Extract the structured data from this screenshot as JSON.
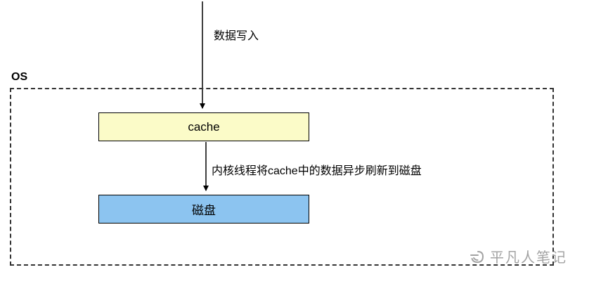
{
  "diagram": {
    "top_arrow_label": "数据写入",
    "os_label": "OS",
    "cache_box": {
      "label": "cache",
      "fill": "#FBFBC8"
    },
    "flush_arrow_label": "内核线程将cache中的数据异步刷新到磁盘",
    "disk_box": {
      "label": "磁盘",
      "fill": "#8CC4F0"
    },
    "watermark": "平凡人笔记",
    "colors": {
      "arrow": "#000000",
      "os_border": "#333333",
      "watermark_gray": "#a3a3a3"
    }
  }
}
